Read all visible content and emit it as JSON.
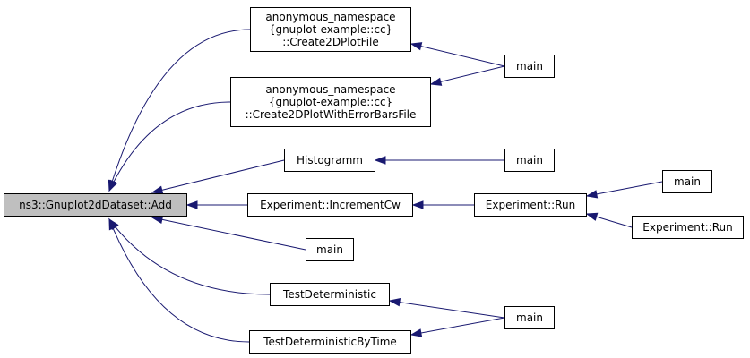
{
  "graph": {
    "root": "ns3::Gnuplot2dDataset::Add",
    "nodes": {
      "create2d": [
        "anonymous_namespace",
        "{gnuplot-example::cc}",
        "::Create2DPlotFile"
      ],
      "create2derr": [
        "anonymous_namespace",
        "{gnuplot-example::cc}",
        "::Create2DPlotWithErrorBarsFile"
      ],
      "histogramm": "Histogramm",
      "incrementcw": "Experiment::IncrementCw",
      "main_direct": "main",
      "testdet": "TestDeterministic",
      "testdet_time": "TestDeterministicByTime",
      "main_gnuplot": "main",
      "main_hist": "main",
      "exp_run": "Experiment::Run",
      "main_run": "main",
      "exp_run2": "Experiment::Run",
      "main_test": "main"
    },
    "edges": [
      [
        "create2d",
        "root"
      ],
      [
        "create2derr",
        "root"
      ],
      [
        "histogramm",
        "root"
      ],
      [
        "incrementcw",
        "root"
      ],
      [
        "main_direct",
        "root"
      ],
      [
        "testdet",
        "root"
      ],
      [
        "testdet_time",
        "root"
      ],
      [
        "main_gnuplot",
        "create2d"
      ],
      [
        "main_gnuplot",
        "create2derr"
      ],
      [
        "main_hist",
        "histogramm"
      ],
      [
        "exp_run",
        "incrementcw"
      ],
      [
        "main_run",
        "exp_run"
      ],
      [
        "exp_run2",
        "exp_run"
      ],
      [
        "main_test",
        "testdet"
      ],
      [
        "main_test",
        "testdet_time"
      ]
    ]
  },
  "colors": {
    "edge": "#191970",
    "root_fill": "#bfbfbf",
    "node_fill": "#ffffff",
    "border": "#000000"
  }
}
